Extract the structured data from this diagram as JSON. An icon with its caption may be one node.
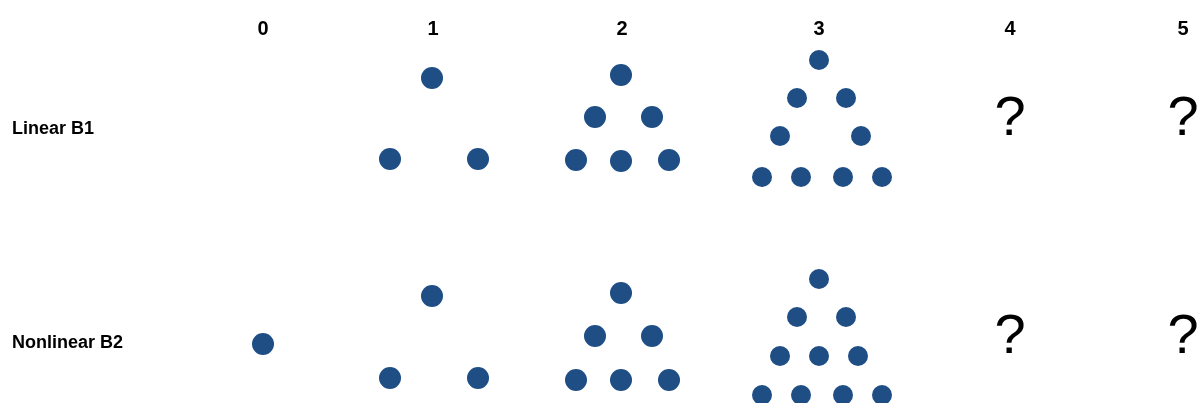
{
  "diagram": {
    "labels": [
      "0",
      "1",
      "2",
      "3",
      "4",
      "5",
      "Linear B1",
      "?",
      "?",
      "Nonlinear B2",
      "?",
      "?"
    ]
  }
}
